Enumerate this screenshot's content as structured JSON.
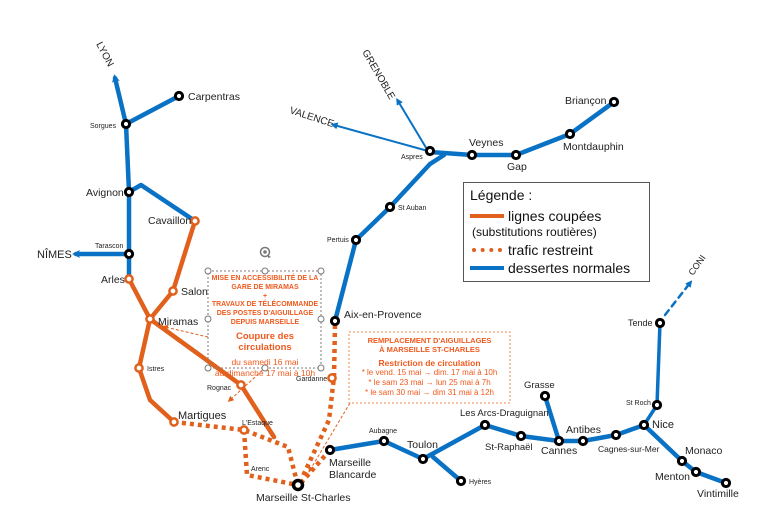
{
  "map": {
    "directions": {
      "lyon": "LYON",
      "grenoble": "GRENOBLE",
      "valence": "VALENCE",
      "nimes": "NÎMES",
      "coni": "CONI"
    },
    "stations": {
      "carpentras": "Carpentras",
      "sorgues": "Sorgues",
      "avignon": "Avignon",
      "cavaillon": "Cavaillon",
      "tarascon": "Tarascon",
      "arles": "Arles",
      "salon": "Salon",
      "miramas": "Miramas",
      "istres": "Istres",
      "rognac": "Rognac",
      "martigues": "Martigues",
      "lestaque": "L'Estaque",
      "arenc": "Arenc",
      "marseille_st_charles": "Marseille St-Charles",
      "gardanne": "Gardanne",
      "aix": "Aix-en-Provence",
      "pertuis": "Pertuis",
      "st_auban": "St Auban",
      "aspres": "Aspres",
      "veynes": "Veynes",
      "gap": "Gap",
      "montdauphin": "Montdauphin",
      "briancon": "Briançon",
      "marseille_blancarde_1": "Marseille",
      "marseille_blancarde_2": "Blancarde",
      "aubagne": "Aubagne",
      "toulon": "Toulon",
      "hyeres": "Hyères",
      "les_arcs": "Les Arcs-Draguignan",
      "st_raphael": "St-Raphaël",
      "grasse": "Grasse",
      "cannes": "Cannes",
      "antibes": "Antibes",
      "cagnes": "Cagnes-sur-Mer",
      "nice": "Nice",
      "st_roch": "St Roch",
      "tende": "Tende",
      "monaco": "Monaco",
      "menton": "Menton",
      "vintimille": "Vintimille"
    }
  },
  "colors": {
    "cut_line": "#e0601c",
    "restricted": "#e0601c",
    "normal": "#0a72c4",
    "note_text": "#f05a1e"
  },
  "legend": {
    "title": "Légende :",
    "cut": "lignes coupées",
    "cut_sub": "(substitutions routières)",
    "restricted": "trafic restreint",
    "normal": "dessertes normales"
  },
  "note_miramas": {
    "line1": "MISE EN ACCESSIBILITÉ DE LA",
    "line2": "GARE DE MIRAMAS",
    "plus": "+",
    "line3": "TRAVAUX DE TÉLÉCOMMANDE",
    "line4": "DES POSTES D'AIGUILLAGE",
    "line5": "DEPUIS MARSEILLE",
    "headline": "Coupure des circulations",
    "date1": "du samedi 16 mai",
    "date2": "au dimanche 17 mai à 10h"
  },
  "note_marseille": {
    "line1": "REMPLACEMENT D'AIGUILLAGES",
    "line2": "À MARSEILLE ST-CHARLES",
    "headline": "Restriction de circulation",
    "dates": [
      "* le vend. 15 mai → dim. 17 mai à 10h",
      "* le sam 23 mai → lun 25 mai à 7h",
      "* le sam 30 mai → dim 31 mai à 12h"
    ]
  }
}
